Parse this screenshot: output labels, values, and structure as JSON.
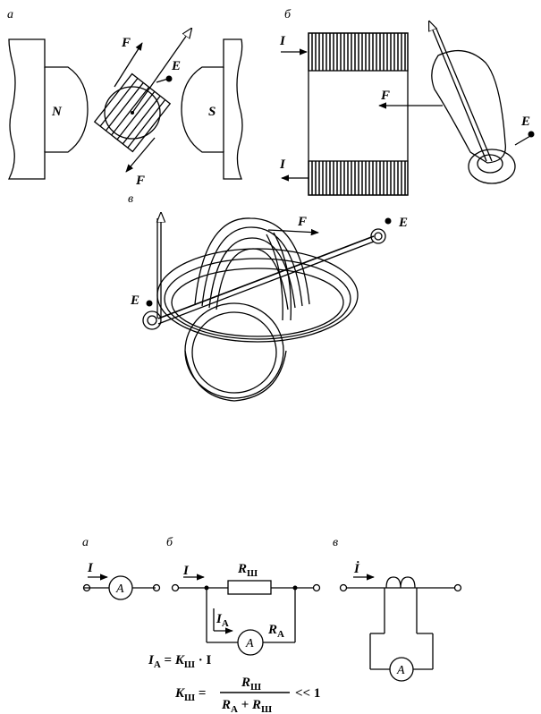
{
  "top_figure": {
    "panel_a": {
      "caption": "а",
      "pole_n": "N",
      "pole_s": "S",
      "force_top": "F",
      "force_bottom": "F",
      "terminal": "E"
    },
    "panel_b": {
      "caption": "б",
      "current_in": "I",
      "current_out": "I",
      "force": "F",
      "terminal": "E"
    },
    "panel_v": {
      "caption": "в",
      "force": "F",
      "terminal_right": "E",
      "terminal_left": "E"
    }
  },
  "bottom_figure": {
    "panel_a": {
      "caption": "а",
      "current": "I",
      "meter": "A"
    },
    "panel_b": {
      "caption": "б",
      "current": "I",
      "shunt_label": "R",
      "shunt_sub": "Ш",
      "branch_current": "I",
      "branch_sub": "A",
      "meter": "A",
      "meter_res": "R",
      "meter_res_sub": "A",
      "formula1": {
        "lhs": "I",
        "lhs_sub": "A",
        "eq": " = ",
        "k": "K",
        "k_sub": "Ш",
        "rest": " · I"
      },
      "formula2": {
        "k": "K",
        "k_sub": "Ш",
        "eq": " = ",
        "num": "R",
        "num_sub": "Ш",
        "den1": "R",
        "den1_sub": "A",
        "plus": " + ",
        "den2": "R",
        "den2_sub": "Ш",
        "cmp": "<< 1"
      }
    },
    "panel_v": {
      "caption": "в",
      "current": "İ",
      "meter": "A"
    }
  }
}
